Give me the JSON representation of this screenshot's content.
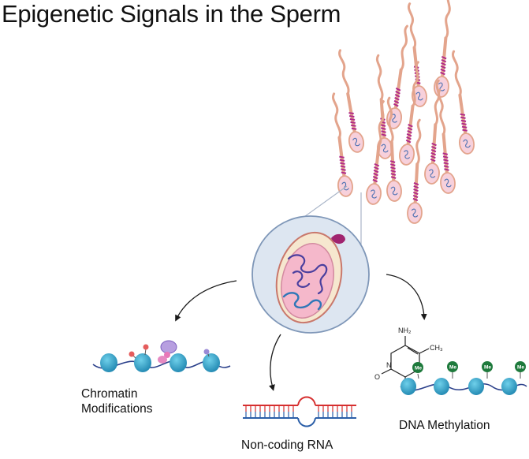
{
  "title": "Epigenetic Signals in the Sperm",
  "labels": {
    "chromatin": [
      "Chromatin",
      "Modifications"
    ],
    "rna": "Non-coding RNA",
    "methylation": "DNA Methylation"
  },
  "molecule": {
    "amine": "NH₂",
    "methyl": "CH₃",
    "oxygen": "O",
    "n1": "N",
    "n3": "N"
  },
  "methyl_tag": "Me",
  "colors": {
    "sperm_tail": "#e3a48c",
    "sperm_midpiece": "#b02a8a",
    "sperm_head": "#f7d0db",
    "dna_blue": "#2f77b8",
    "nucleosome": "#2aa3c9",
    "methyl_green": "#1e7a3c",
    "rna_red": "#d62f2f",
    "rna_blue": "#2c5fa8",
    "zoom_circle": "#dde6f1"
  }
}
